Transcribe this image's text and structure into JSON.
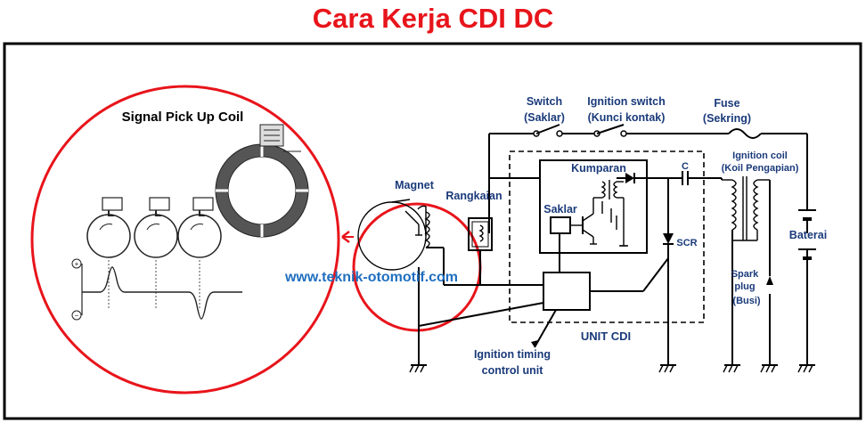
{
  "title": "Cara Kerja CDI DC",
  "colors": {
    "title": "#e8141b",
    "circle": "#e8141b",
    "label": "#1a3a7a",
    "website": "#1f6fbf"
  },
  "pickup": {
    "label": "Signal Pick Up Coil"
  },
  "labels": {
    "switch": "Switch",
    "switch_sub": "(Saklar)",
    "ignition_switch": "Ignition switch",
    "ignition_switch_sub": "(Kunci kontak)",
    "fuse": "Fuse",
    "fuse_sub": "(Sekring)",
    "magnet": "Magnet",
    "rangkaian": "Rangkaian",
    "kumparan": "Kumparan",
    "saklar": "Saklar",
    "c": "C",
    "scr": "SCR",
    "ignition_coil": "Ignition coil",
    "ignition_coil_sub": "(Koil Pengapian)",
    "baterai": "Baterai",
    "spark": "Spark",
    "plug": "plug",
    "busi": "(Busi)",
    "unit_cdi": "UNIT CDI",
    "timing1": "Ignition timing",
    "timing2": "control unit"
  },
  "website": "www.teknik-otomotif.com"
}
